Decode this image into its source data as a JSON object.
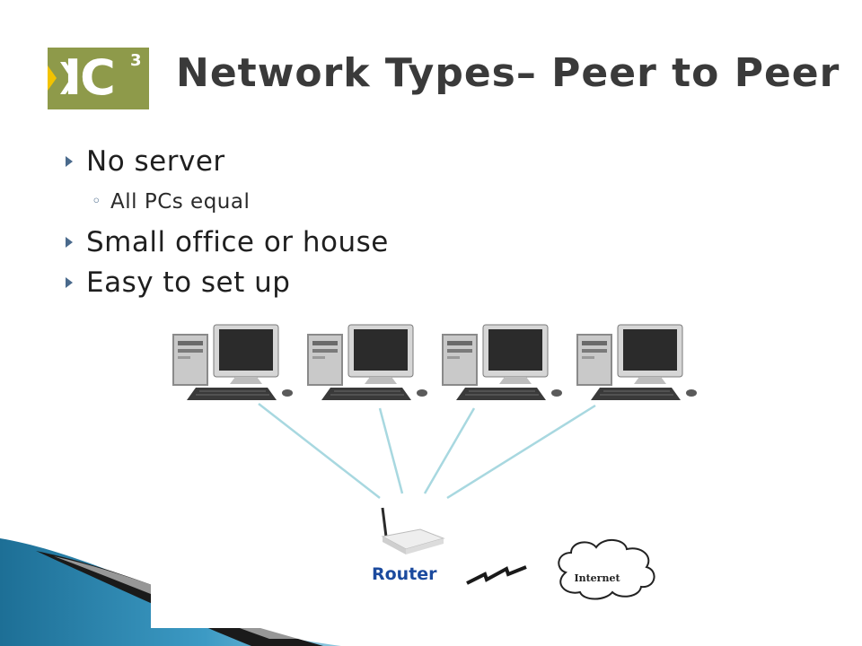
{
  "slide": {
    "title": "Network Types– Peer to Peer",
    "logo": {
      "text": "IC",
      "superscript": "3"
    },
    "bullets": [
      {
        "level": 1,
        "text": "No server"
      },
      {
        "level": 2,
        "text": "All PCs equal"
      },
      {
        "level": 1,
        "text": "Small office or house"
      },
      {
        "level": 1,
        "text": "Easy to set up"
      }
    ]
  },
  "diagram": {
    "router_label": "Router",
    "cloud_label": "Internet",
    "colors": {
      "router_label": "#1b4a9e",
      "link": "#a8d8e0"
    }
  }
}
